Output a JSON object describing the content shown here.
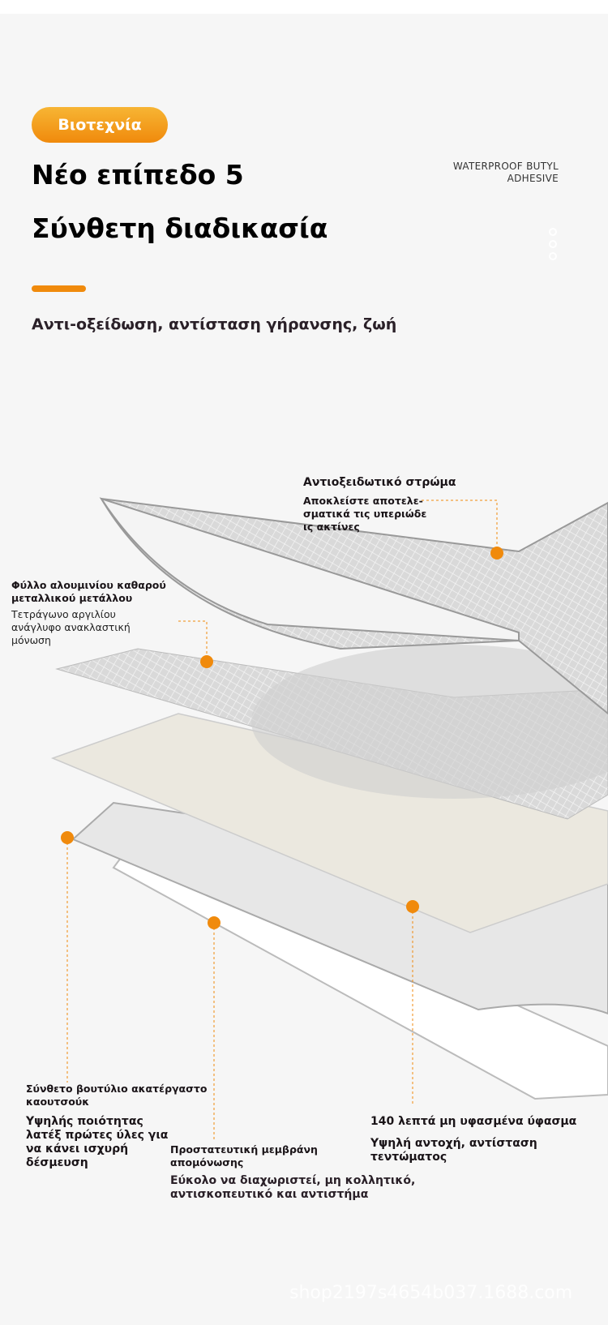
{
  "badge": "Βιοτεχνία",
  "title_line1": "Νέο επίπεδο 5",
  "title_line2": "Σύνθετη διαδικασία",
  "tagline": [
    "WATERPROOF BUTYL",
    "ADHESIVE"
  ],
  "subtitle": "Αντι-οξείδωση, αντίσταση γήρανσης, ζωή",
  "accent_color": "#f08a0c",
  "labels": {
    "antioxidant": {
      "title": "Αντιοξειδωτικό στρώμα",
      "desc": [
        "Αποκλείστε αποτελε-",
        "σματικά τις υπεριώδε",
        "ις ακτίνες"
      ]
    },
    "foil": {
      "title": [
        "Φύλλο αλουμινίου καθαρού",
        "μεταλλικού μετάλλου"
      ],
      "desc": [
        "Τετράγωνο αργιλίου",
        "ανάγλυφο ανακλαστική",
        "μόνωση"
      ]
    },
    "butyl": {
      "title": [
        "Σύνθετο βουτύλιο ακατέργαστο",
        "καουτσούκ"
      ],
      "desc": [
        "Υψηλής ποιότητας",
        "λατέξ πρώτες ύλες για",
        "να κάνει ισχυρή",
        "δέσμευση"
      ]
    },
    "membrane": {
      "title": [
        "Προστατευτική μεμβράνη",
        "απομόνωσης"
      ],
      "desc": [
        "Εύκολο να διαχωριστεί, μη κολλητικό,",
        "αντισκοπευτικό και αντιστήμα"
      ]
    },
    "fabric": {
      "title": "140 λεπτά μη υφασμένα ύφασμα",
      "desc": [
        "Υψηλή αντοχή, αντίσταση",
        "τεντώματος"
      ]
    }
  },
  "watermark": "shop2197s4654b037.1688.com"
}
